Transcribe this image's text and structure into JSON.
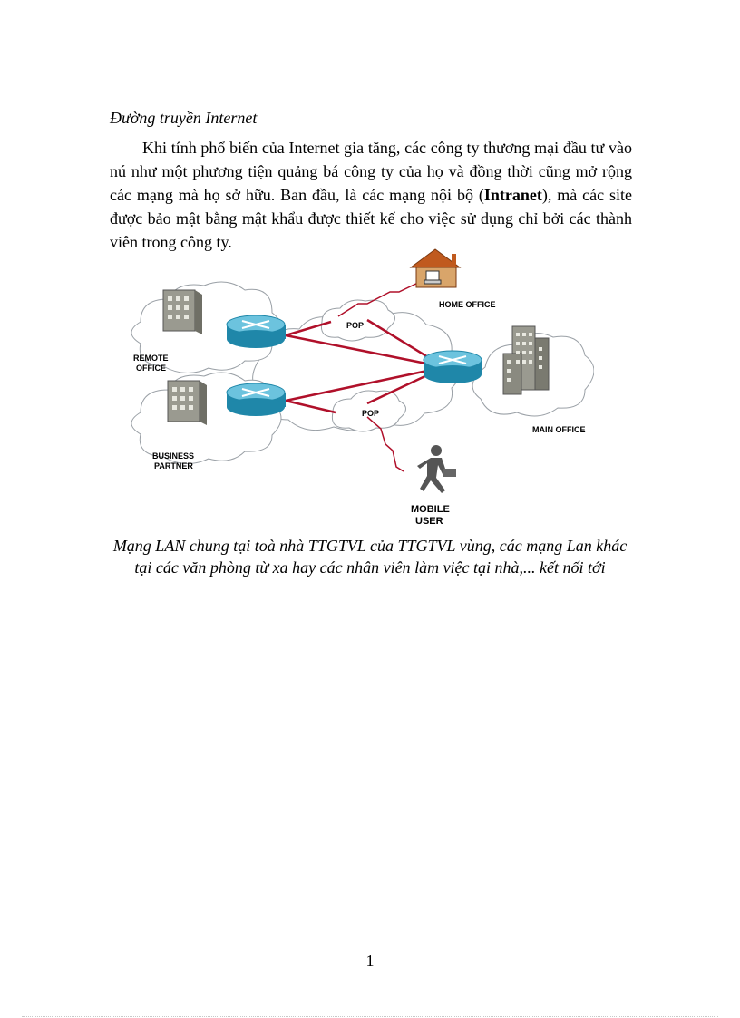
{
  "document": {
    "heading": "Đường truyền Internet",
    "paragraph": {
      "part1": "Khi tính phổ biến của Internet gia tăng, các công ty thương mại đầu tư vào nú như một phương tiện quảng bá công ty của họ và đồng thời cũng mở rộng các mạng mà họ sở hữu. Ban đầu, là các mạng nội bộ (",
      "bold": "Intranet",
      "part2": "), mà các site được bảo mật bằng mật khẩu được thiết kế cho việc sử dụng chỉ bởi các thành viên trong công ty."
    },
    "caption": {
      "line1": "Mạng LAN chung tại toà nhà TTGTVL của TTGTVL vùng, các mạng Lan khác",
      "line2": "tại các văn phòng từ xa hay các nhân viên làm việc tại nhà,... kết nối tới"
    },
    "page_number": "1"
  },
  "diagram": {
    "labels": {
      "home_office": "HOME OFFICE",
      "remote_office_1": "REMOTE",
      "remote_office_2": "OFFICE",
      "business_partner_1": "BUSINESS",
      "business_partner_2": "PARTNER",
      "main_office": "MAIN OFFICE",
      "pop_top": "POP",
      "pop_bottom": "POP",
      "mobile_user_1": "MOBILE",
      "mobile_user_2": "USER"
    },
    "colors": {
      "link": "#b0102a",
      "router": "#1f87a9",
      "router_top": "#6cc3de",
      "cloud_stroke": "#9aa0a6",
      "building": "#9a9a90",
      "house_roof": "#c05a1e"
    }
  }
}
